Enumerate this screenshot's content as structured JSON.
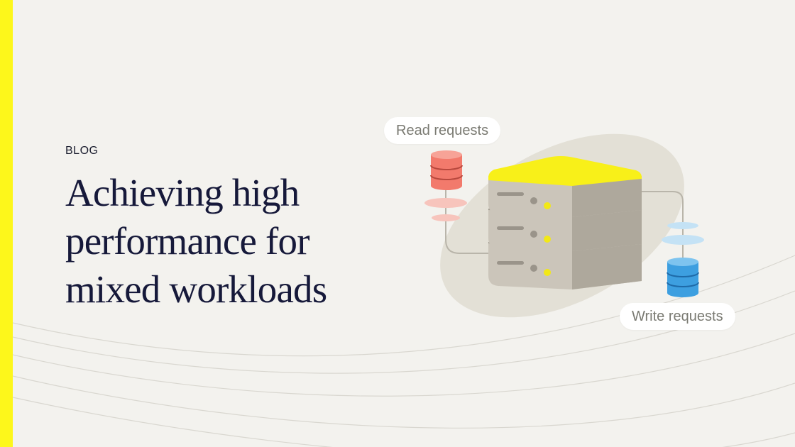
{
  "label": "BLOG",
  "title": "Achieving high performance for mixed workloads",
  "illustration": {
    "read_label": "Read requests",
    "write_label": "Write requests",
    "server_icon": "server-stack-icon",
    "read_db_icon": "red-database-icon",
    "write_db_icon": "blue-database-icon"
  },
  "colors": {
    "background": "#f3f2ee",
    "accent": "#fdf71b",
    "title": "#16193a",
    "read_db": "#f27a6c",
    "write_db": "#3d9fe0",
    "server": "#c9c3b8"
  }
}
